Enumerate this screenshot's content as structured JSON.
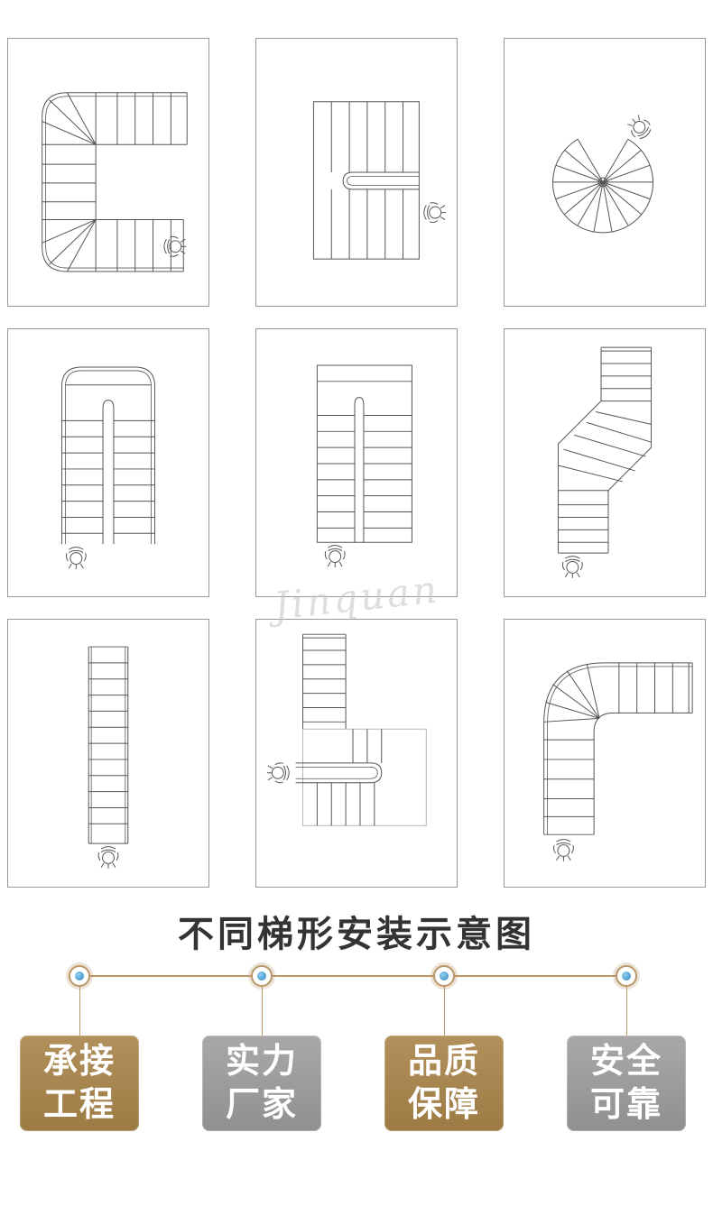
{
  "watermark": "Jinquan",
  "title": "不同梯形安装示意图",
  "colors": {
    "badge_gold": "#a5834d",
    "badge_gray": "#9c9c9c",
    "badge_text": "#ffffff",
    "timeline_line": "#b99767",
    "node_dot_blue": "#2e86c1",
    "panel_border": "#999999",
    "drawing_stroke": "#555555",
    "title_color": "#333333",
    "watermark_color": "#c9c9c9"
  },
  "diagrams": [
    {
      "name": "u-shaped-stair-rounded-corners-icon"
    },
    {
      "name": "u-shaped-switchback-stair-icon"
    },
    {
      "name": "spiral-stair-icon"
    },
    {
      "name": "parallel-u-stair-rounded-top-icon"
    },
    {
      "name": "narrow-switchback-stair-icon"
    },
    {
      "name": "angled-dogleg-stair-icon"
    },
    {
      "name": "straight-stair-icon"
    },
    {
      "name": "l-shaped-stair-with-turn-icon"
    },
    {
      "name": "curved-quarter-turn-stair-icon"
    }
  ],
  "badges": [
    {
      "line1": "承接",
      "line2": "工程",
      "style": "gold"
    },
    {
      "line1": "实力",
      "line2": "厂家",
      "style": "gray"
    },
    {
      "line1": "品质",
      "line2": "保障",
      "style": "gold"
    },
    {
      "line1": "安全",
      "line2": "可靠",
      "style": "gray"
    }
  ]
}
